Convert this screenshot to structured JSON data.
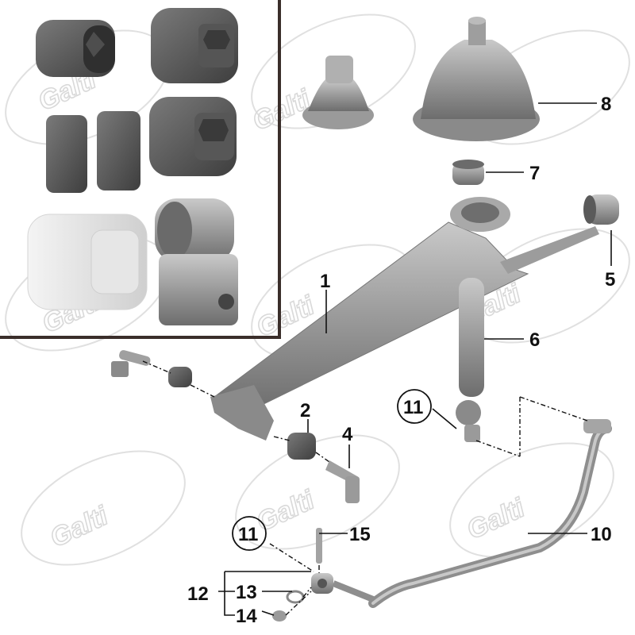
{
  "watermark": {
    "text": "Galti"
  },
  "callouts": {
    "c1": "1",
    "c2": "2",
    "c4": "4",
    "c5": "5",
    "c6": "6",
    "c7": "7",
    "c8": "8",
    "c10": "10",
    "c11a": "11",
    "c11b": "11",
    "c12": "12",
    "c13": "13",
    "c14": "14",
    "c15": "15"
  },
  "colors": {
    "part_dark": "#5a5a5a",
    "part_mid": "#8c8c8c",
    "part_light": "#c4c4c4",
    "frame": "#3a2e2a",
    "label": "#111111"
  }
}
